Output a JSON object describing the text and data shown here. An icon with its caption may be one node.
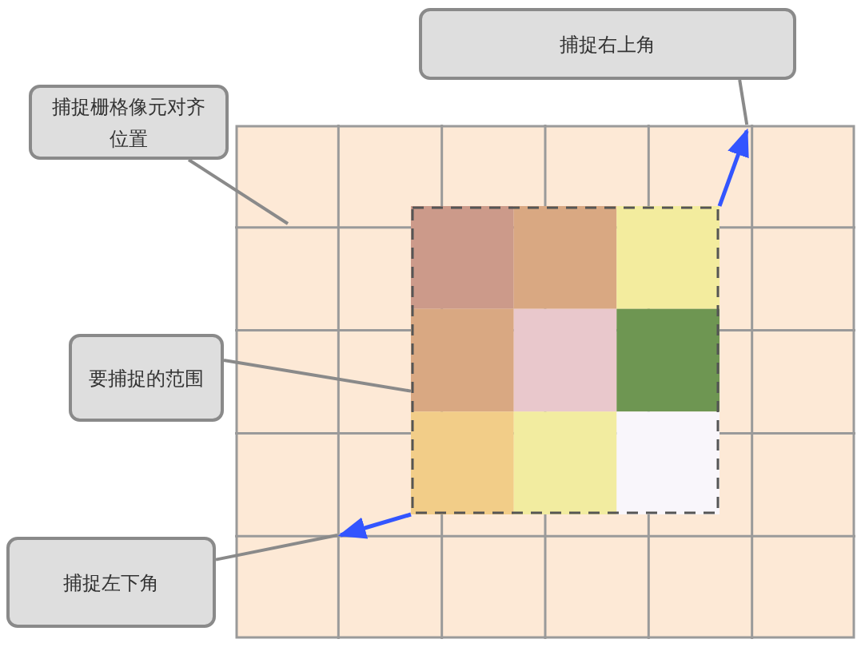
{
  "diagram": {
    "nodes": [
      {
        "text": [
          "捕捉右上角"
        ]
      },
      {
        "text": [
          "捕捉栅格像元对齐位置"
        ]
      },
      {
        "text": [],
        "shape": "box"
      },
      {
        "text": [],
        "shape": "box",
        "in": 2
      },
      {
        "text": [
          "要捕捉的范围"
        ]
      },
      {
        "text": [
          "捕捉左下角"
        ]
      }
    ],
    "edges": [
      {
        "from": 0,
        "to": 2,
        "arrow": "none"
      },
      {
        "from": 1,
        "to": null,
        "arrow": "none"
      },
      {
        "from": 4,
        "to": 3,
        "arrow": "none"
      },
      {
        "from": 5,
        "to": null,
        "arrow": "none"
      },
      {
        "from": 3,
        "to": 2,
        "arrow": "to",
        "color": "#3355ff"
      },
      {
        "from": 3,
        "to": null,
        "arrow": "to",
        "color": "#3355ff"
      }
    ]
  }
}
